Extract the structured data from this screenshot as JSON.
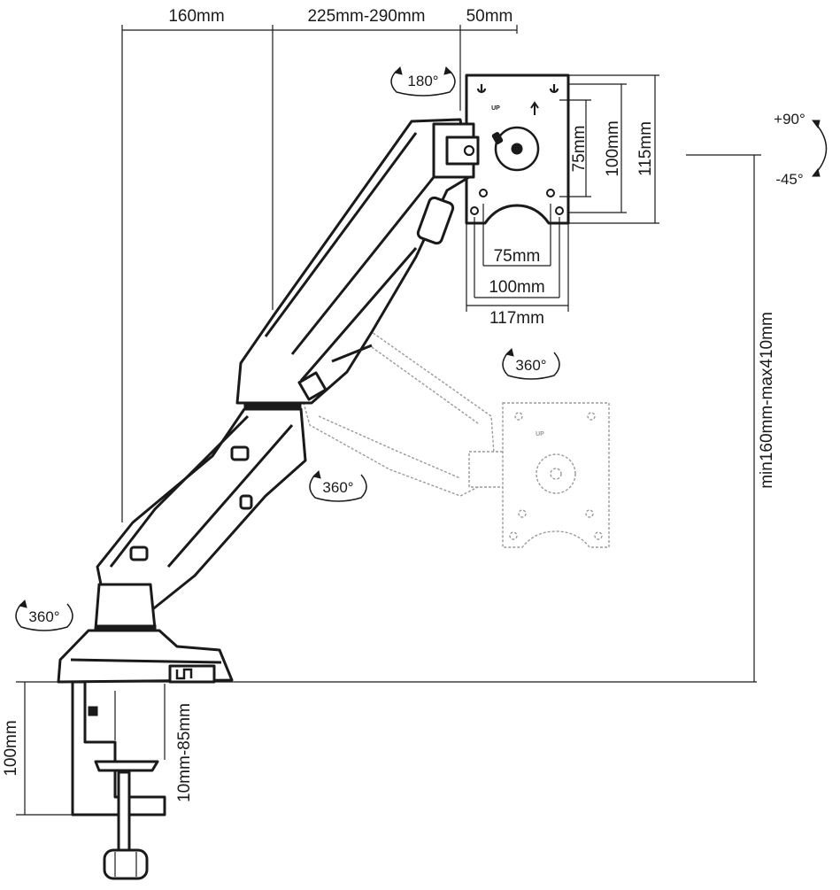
{
  "dimensions": {
    "arm_base": "160mm",
    "arm_reach": "225mm-290mm",
    "head_offset": "50mm",
    "vesa_v75": "75mm",
    "vesa_v100": "100mm",
    "plate_height": "115mm",
    "vesa_h75": "75mm",
    "vesa_h100": "100mm",
    "plate_width": "117mm",
    "height_range": "min160mm-max410mm",
    "clamp_height": "100mm",
    "desk_thickness": "10mm-85mm"
  },
  "rotations": {
    "head_swivel": "180°",
    "tilt_up": "+90°",
    "tilt_down": "-45°",
    "plate_rotation": "360°",
    "arm_rotation": "360°",
    "base_rotation": "360°"
  },
  "plate_marks": {
    "up_label": "UP",
    "ghost_up_label": "UP"
  },
  "colors": {
    "line": "#1a1a1a",
    "ghost": "#9a9a9a",
    "background": "#ffffff"
  }
}
